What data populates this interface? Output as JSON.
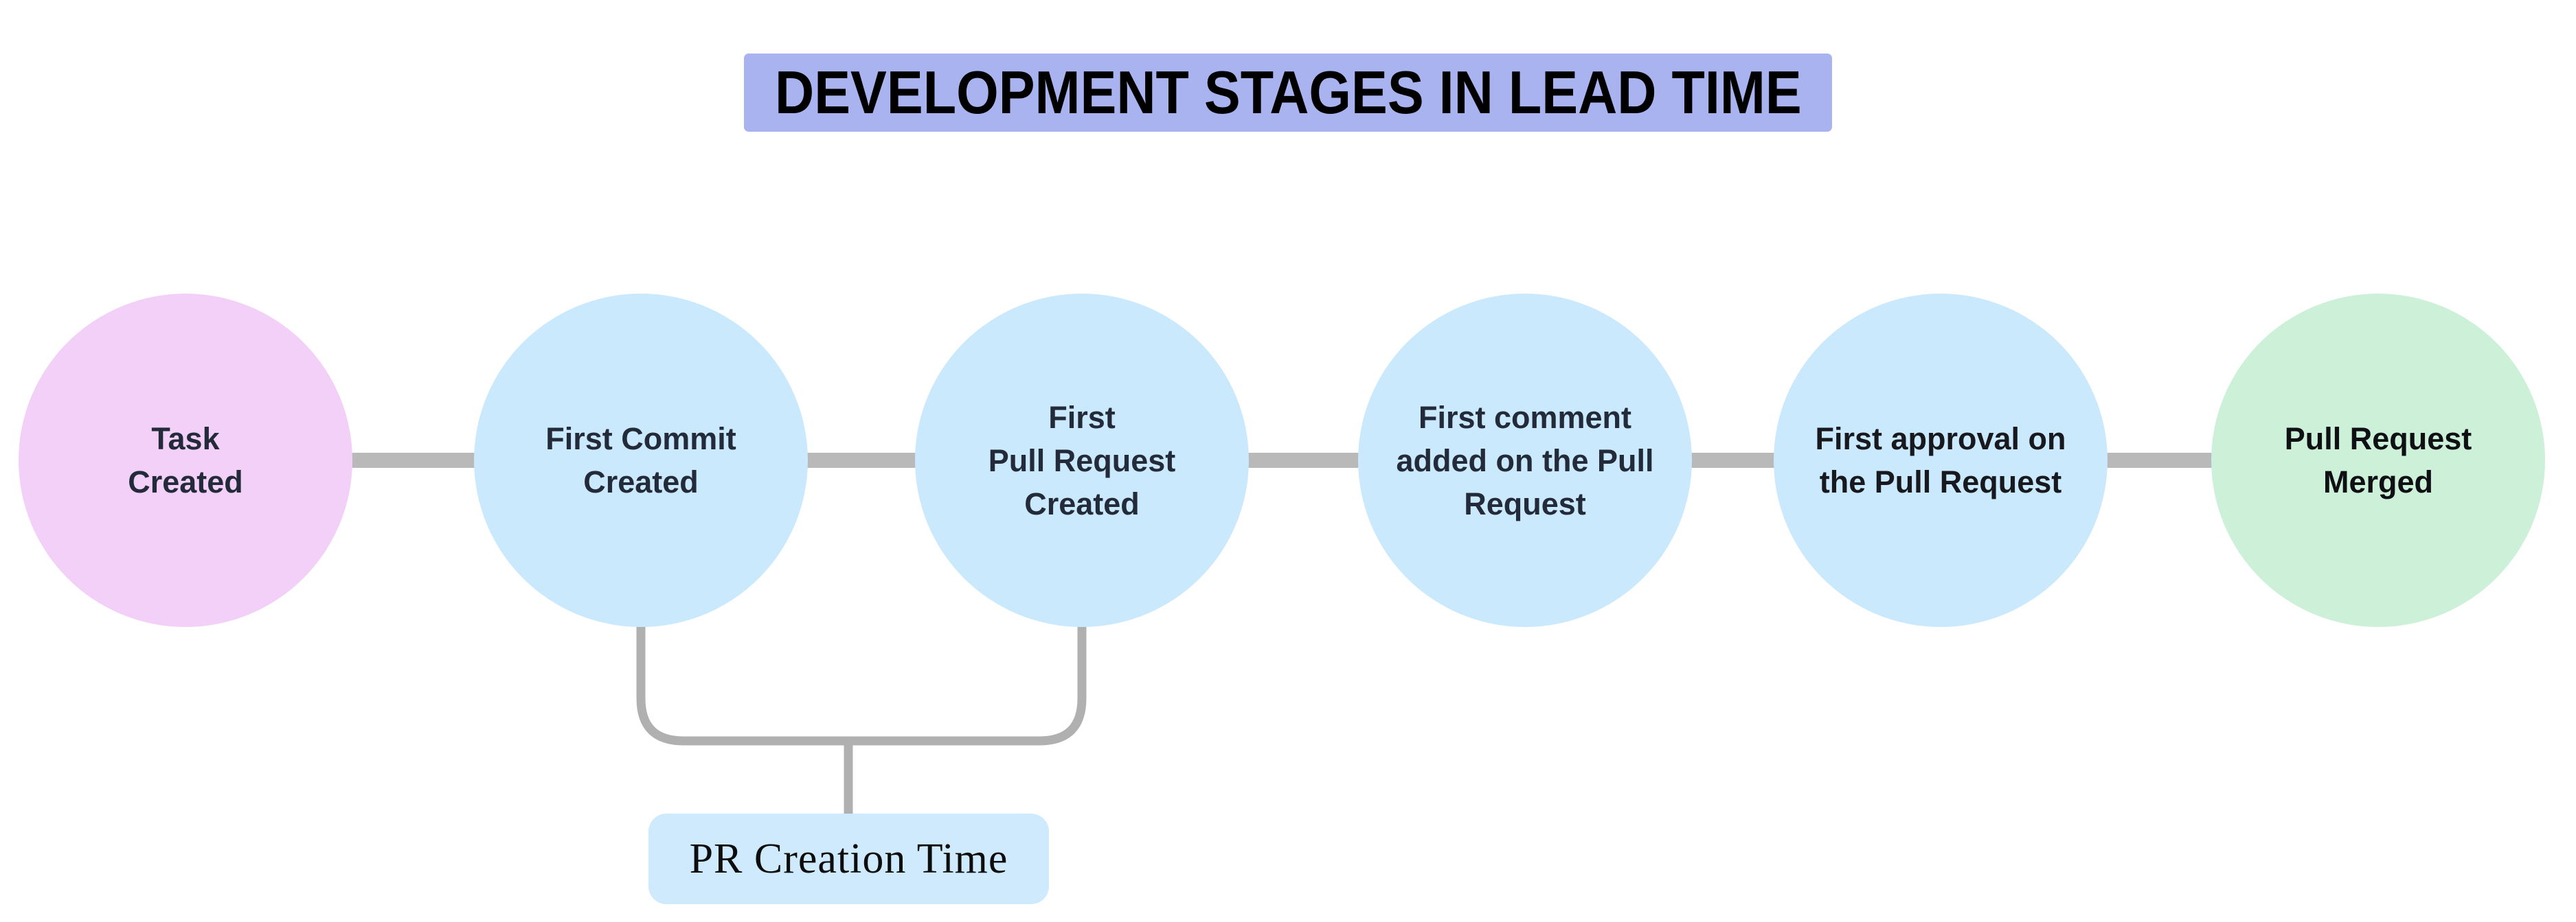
{
  "title": {
    "text": "DEVELOPMENT STAGES IN LEAD TIME",
    "background": "#a9b3ef",
    "text_color": "#000000"
  },
  "flow": {
    "connector_color": "#b9b9b9",
    "bracket_color": "#b0b0b0",
    "stages": [
      {
        "id": "task-created",
        "lines": [
          "Task",
          "Created"
        ],
        "fill": "#f3d0f8",
        "text_color": "#232b3b"
      },
      {
        "id": "first-commit-created",
        "lines": [
          "First Commit",
          "Created"
        ],
        "fill": "#cbe9fc",
        "text_color": "#232b3b"
      },
      {
        "id": "first-pull-request-created",
        "lines": [
          "First",
          "Pull Request",
          "Created"
        ],
        "fill": "#cbe9fc",
        "text_color": "#232b3b"
      },
      {
        "id": "first-comment-added",
        "lines": [
          "First comment",
          "added on the Pull",
          "Request"
        ],
        "fill": "#cbe9fc",
        "text_color": "#232b3b"
      },
      {
        "id": "first-approval",
        "lines": [
          "First approval on",
          "the Pull Request"
        ],
        "fill": "#cbe9fc",
        "text_color": "#17191e"
      },
      {
        "id": "pull-request-merged",
        "lines": [
          "Pull Request",
          "Merged"
        ],
        "fill": "#cdf0d9",
        "text_color": "#0e1013"
      }
    ]
  },
  "annotation": {
    "label": "PR Creation Time",
    "background": "#cfeafd",
    "text_color": "#0d0d0d"
  }
}
